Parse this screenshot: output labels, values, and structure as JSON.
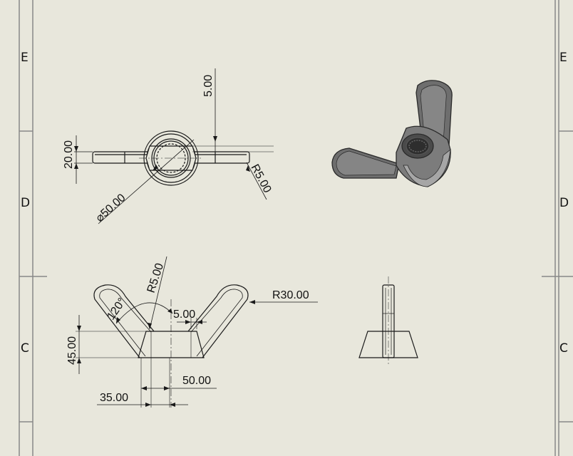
{
  "border": {
    "zone_labels_left": [
      "E",
      "D",
      "C"
    ],
    "zone_labels_right": [
      "E",
      "D",
      "C"
    ]
  },
  "top_view": {
    "dims": {
      "height": "20.00",
      "thickness": "5.00",
      "diameter": "⌀50.00",
      "radius": "R5.00"
    }
  },
  "front_view": {
    "dims": {
      "radius_top": "R5.00",
      "angle": "120°",
      "gap": "5.00",
      "height": "45.00",
      "radius_wing": "R30.00",
      "width_top": "50.00",
      "width_base": "35.00"
    }
  },
  "colors": {
    "paper": "#e8e7dc",
    "line": "#1a1a1a",
    "solid_shade": "#757575",
    "solid_dark": "#3a3a3a"
  }
}
